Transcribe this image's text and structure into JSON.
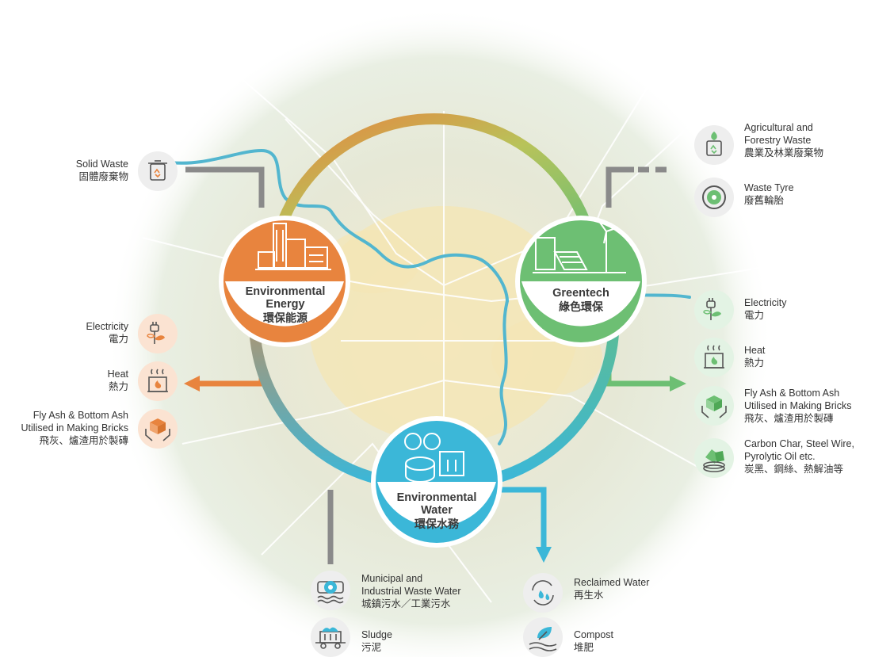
{
  "hubs": {
    "energy": {
      "line1": "Environmental",
      "line2": "Energy",
      "zh": "環保能源",
      "color": "#E8843E"
    },
    "greentech": {
      "line1": "Greentech",
      "zh": "綠色環保",
      "color": "#6DBF73"
    },
    "water": {
      "line1": "Environmental",
      "line2": "Water",
      "zh": "環保水務",
      "color": "#3BB7D8"
    }
  },
  "energy_inputs": [
    {
      "lines": [
        "Solid Waste",
        "固體廢棄物"
      ],
      "icon": "recycle-bin-icon"
    }
  ],
  "energy_outputs": [
    {
      "lines": [
        "Electricity",
        "電力"
      ],
      "icon": "plug-plant-icon"
    },
    {
      "lines": [
        "Heat",
        "熱力"
      ],
      "icon": "heat-icon"
    },
    {
      "lines": [
        "Fly Ash & Bottom Ash",
        "Utilised in Making Bricks",
        "飛灰、爐渣用於製磚"
      ],
      "icon": "bricks-hands-icon"
    }
  ],
  "greentech_inputs": [
    {
      "lines": [
        "Agricultural and",
        "Forestry Waste",
        "農業及林業廢棄物"
      ],
      "icon": "agri-waste-icon"
    },
    {
      "lines": [
        "Waste Tyre",
        "廢舊輪胎"
      ],
      "icon": "tyre-icon"
    }
  ],
  "greentech_outputs": [
    {
      "lines": [
        "Electricity",
        "電力"
      ],
      "icon": "plug-plant-icon"
    },
    {
      "lines": [
        "Heat",
        "熱力"
      ],
      "icon": "heat-icon"
    },
    {
      "lines": [
        "Fly Ash & Bottom Ash",
        "Utilised in Making Bricks",
        "飛灰、爐渣用於製磚"
      ],
      "icon": "bricks-hands-icon"
    },
    {
      "lines": [
        "Carbon Char, Steel Wire,",
        "Pyrolytic Oil etc.",
        "炭黑、鋼絲、熱解油等"
      ],
      "icon": "carbon-char-icon"
    }
  ],
  "water_inputs": [
    {
      "lines": [
        "Municipal and",
        "Industrial Waste Water",
        "城鎮污水／工業污水"
      ],
      "icon": "waste-water-icon"
    },
    {
      "lines": [
        "Sludge",
        "污泥"
      ],
      "icon": "sludge-cart-icon"
    }
  ],
  "water_outputs": [
    {
      "lines": [
        "Reclaimed Water",
        "再生水"
      ],
      "icon": "reclaimed-water-icon"
    },
    {
      "lines": [
        "Compost",
        "堆肥"
      ],
      "icon": "compost-icon"
    }
  ]
}
